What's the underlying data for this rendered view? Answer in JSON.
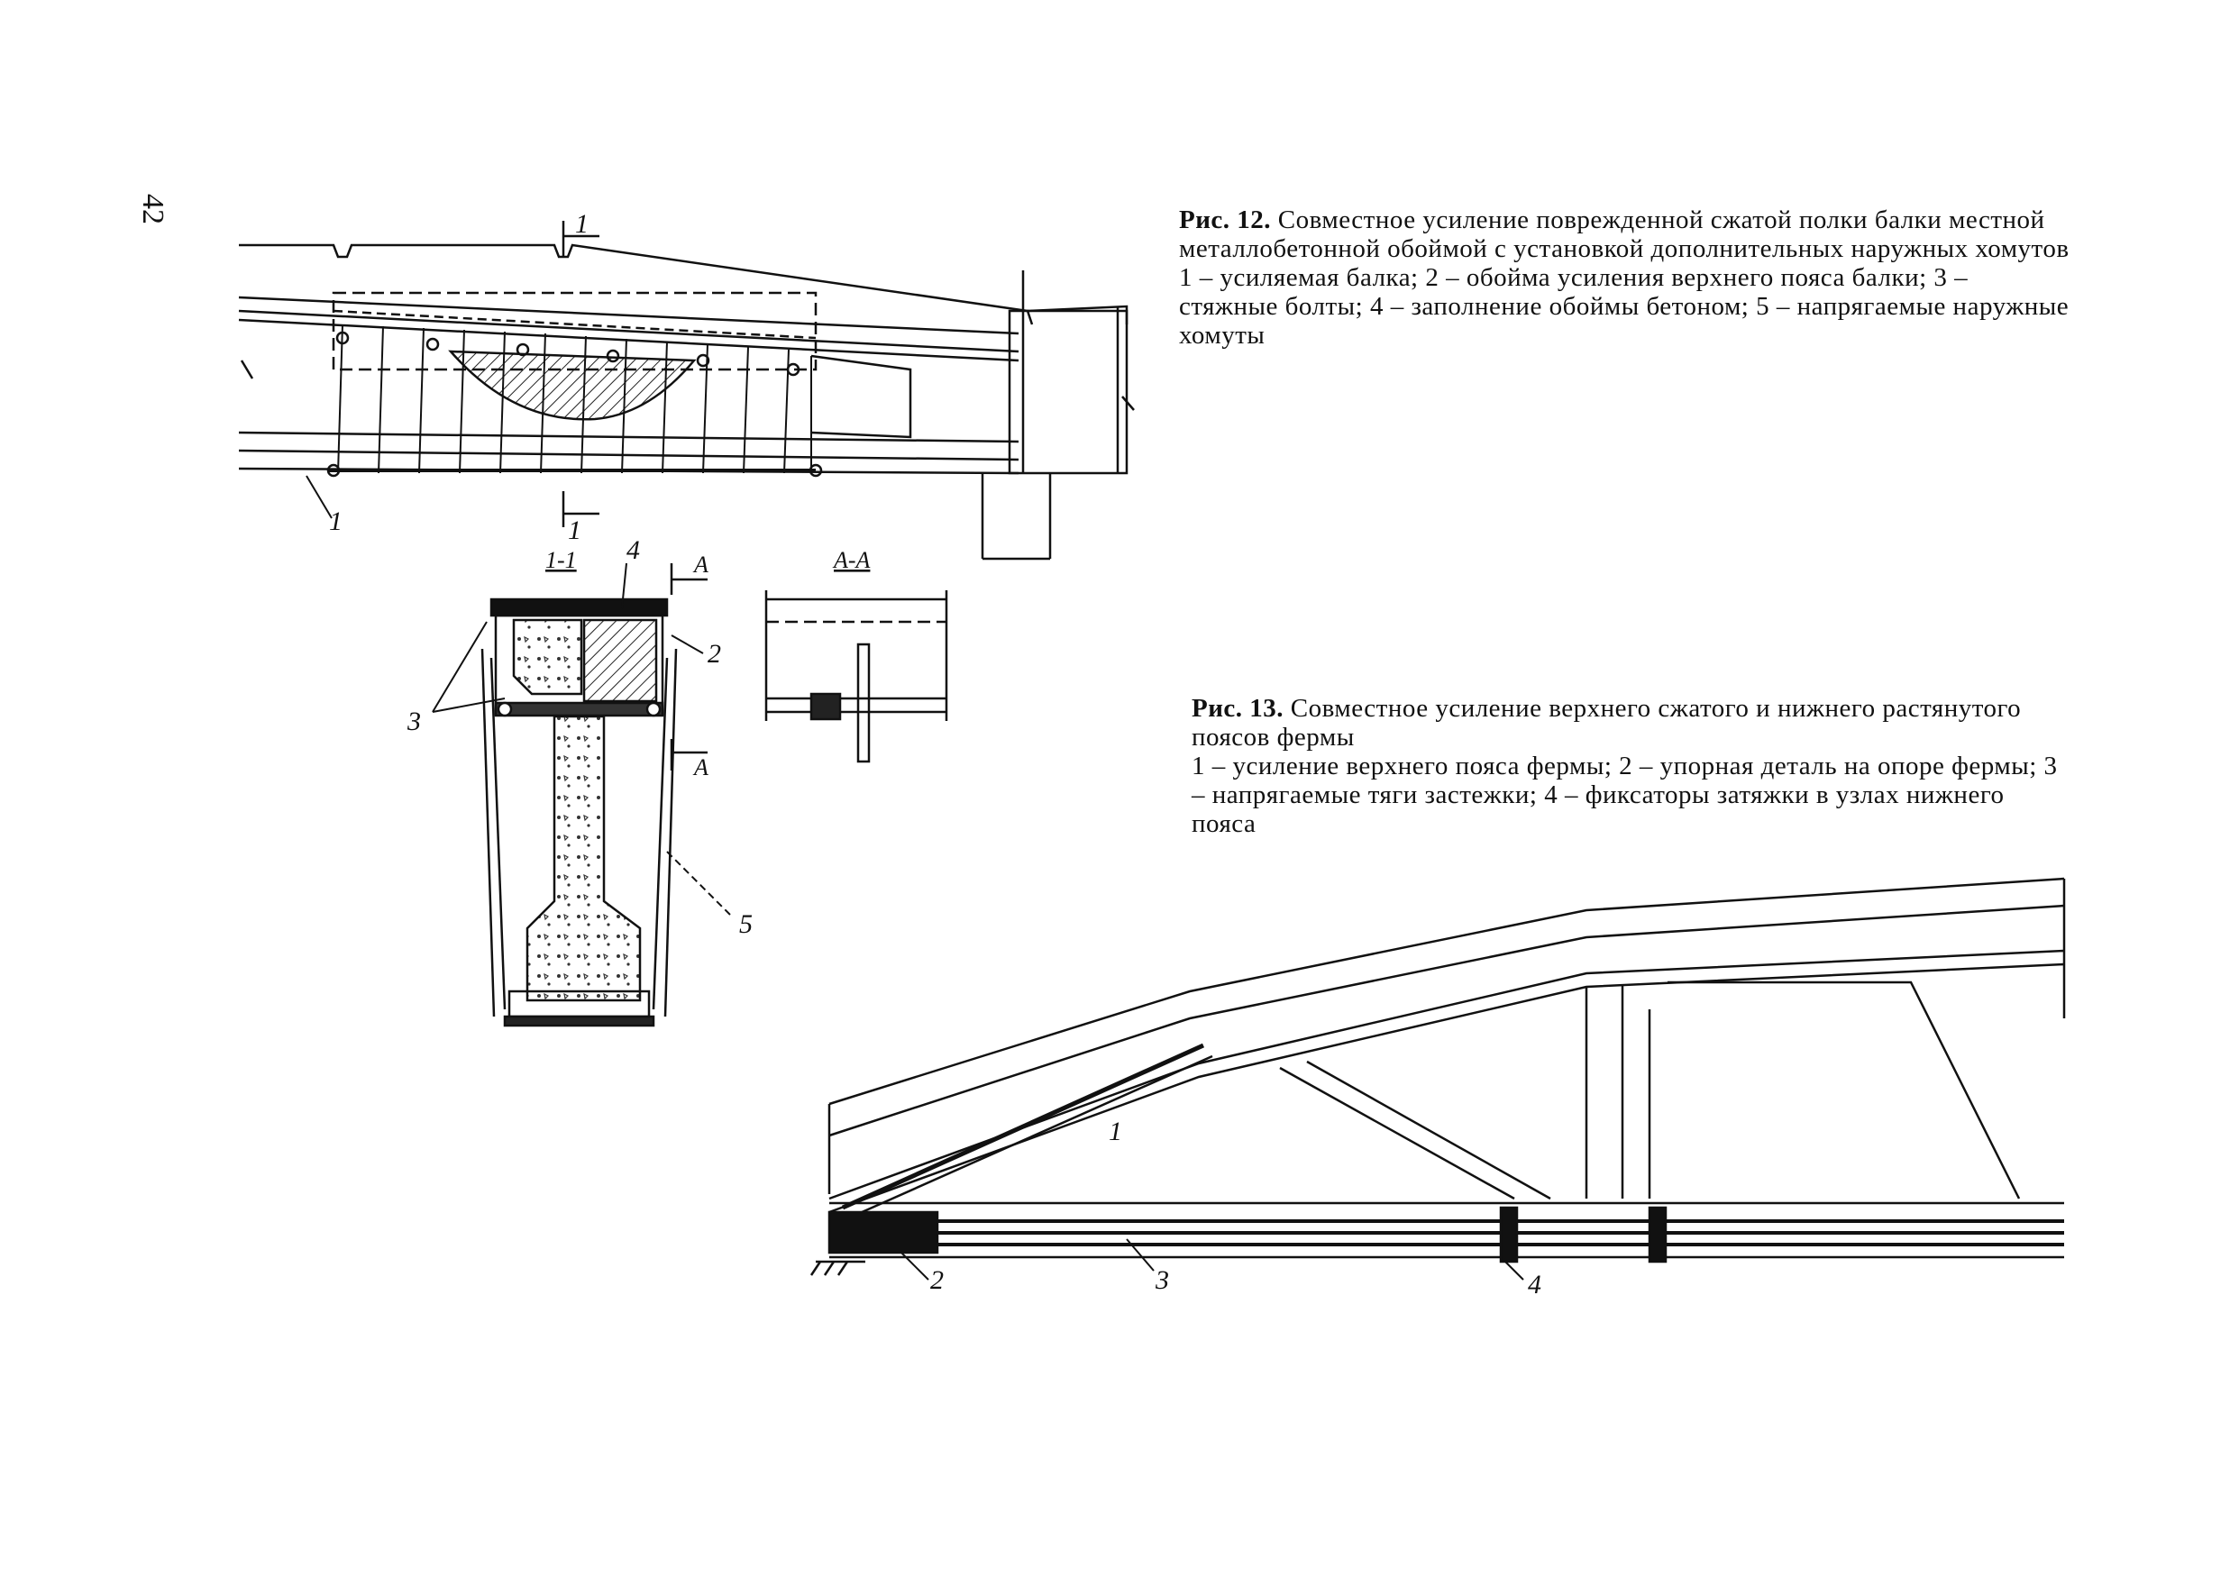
{
  "page": {
    "number": "42"
  },
  "figure12": {
    "caption_prefix": "Рис. 12.",
    "caption_title": "Совместное усиление поврежденной сжатой полки балки местной металлобетонной обоймой с установкой дополнительных наружных хомутов",
    "legend": "1 – усиляемая балка; 2 – обойма усиления верхнего пояса балки; 3 – стяжные болты; 4 – заполнение обоймы бетоном; 5 – напрягаемые наружные хомуты",
    "labels": {
      "beam": "1",
      "section_mark_top": "1",
      "section_mark_bottom": "1",
      "section_title": "1-1",
      "view_title": "А-А",
      "view_mark_top": "А",
      "view_mark_bottom": "А",
      "clip": "2",
      "bolts": "3",
      "fill": "4",
      "hoops": "5"
    }
  },
  "figure13": {
    "caption_prefix": "Рис. 13.",
    "caption_title": "Совместное усиление верхнего сжатого и нижнего растянутого поясов фермы",
    "legend": "1 – усиление верхнего пояса фермы; 2 – упорная деталь на опоре фермы; 3 – напрягаемые тяги застежки; 4 – фиксаторы затяжки в узлах нижнего пояса",
    "labels": {
      "upper_chord": "1",
      "stop_part": "2",
      "ties": "3",
      "clamps": "4"
    }
  }
}
